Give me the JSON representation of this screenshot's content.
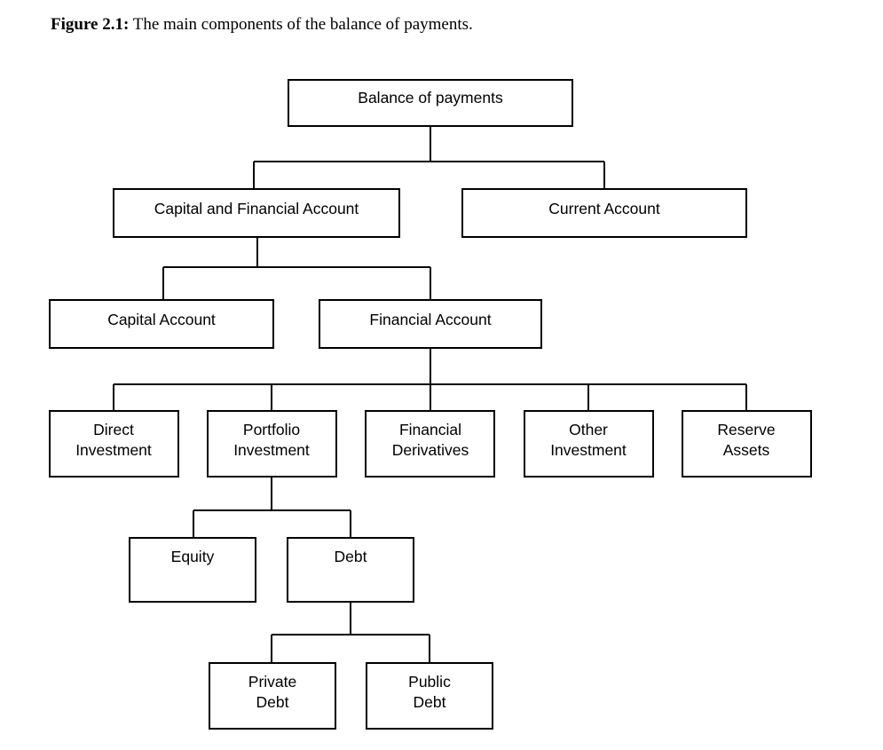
{
  "figure": {
    "caption_label": "Figure 2.1:",
    "caption_text": "The main components of the balance of payments.",
    "background_color": "#ffffff",
    "line_color": "#000000",
    "text_color": "#000000"
  },
  "chart_data": {
    "type": "diagram",
    "diagram_kind": "hierarchy-tree",
    "title": "The main components of the balance of payments.",
    "levels": [
      [
        "Balance of payments"
      ],
      [
        "Capital and Financial Account",
        "Current Account"
      ],
      [
        "Capital Account",
        "Financial Account"
      ],
      [
        "Direct Investment",
        "Portfolio Investment",
        "Financial Derivatives",
        "Other Investment",
        "Reserve Assets"
      ],
      [
        "Equity",
        "Debt"
      ],
      [
        "Private Debt",
        "Public Debt"
      ]
    ],
    "edges": [
      [
        "Balance of payments",
        "Capital and Financial Account"
      ],
      [
        "Balance of payments",
        "Current Account"
      ],
      [
        "Capital and Financial Account",
        "Capital Account"
      ],
      [
        "Capital and Financial Account",
        "Financial Account"
      ],
      [
        "Financial Account",
        "Direct Investment"
      ],
      [
        "Financial Account",
        "Portfolio Investment"
      ],
      [
        "Financial Account",
        "Financial Derivatives"
      ],
      [
        "Financial Account",
        "Other Investment"
      ],
      [
        "Financial Account",
        "Reserve Assets"
      ],
      [
        "Portfolio Investment",
        "Equity"
      ],
      [
        "Portfolio Investment",
        "Debt"
      ],
      [
        "Debt",
        "Private Debt"
      ],
      [
        "Debt",
        "Public Debt"
      ]
    ]
  },
  "nodes": {
    "balance_of_payments": {
      "label": "Balance of payments",
      "lines": [
        "Balance of payments"
      ]
    },
    "capital_and_financial_account": {
      "label": "Capital and Financial Account",
      "lines": [
        "Capital and Financial Account"
      ]
    },
    "current_account": {
      "label": "Current Account",
      "lines": [
        "Current Account"
      ]
    },
    "capital_account": {
      "label": "Capital Account",
      "lines": [
        "Capital Account"
      ]
    },
    "financial_account": {
      "label": "Financial Account",
      "lines": [
        "Financial Account"
      ]
    },
    "direct_investment": {
      "label": "Direct Investment",
      "line1": "Direct",
      "line2": "Investment"
    },
    "portfolio_investment": {
      "label": "Portfolio Investment",
      "line1": "Portfolio",
      "line2": "Investment"
    },
    "financial_derivatives": {
      "label": "Financial Derivatives",
      "line1": "Financial",
      "line2": "Derivatives"
    },
    "other_investment": {
      "label": "Other Investment",
      "line1": "Other",
      "line2": "Investment"
    },
    "reserve_assets": {
      "label": "Reserve Assets",
      "line1": "Reserve",
      "line2": "Assets"
    },
    "equity": {
      "label": "Equity",
      "lines": [
        "Equity"
      ]
    },
    "debt": {
      "label": "Debt",
      "lines": [
        "Debt"
      ]
    },
    "private_debt": {
      "label": "Private Debt",
      "line1": "Private",
      "line2": "Debt"
    },
    "public_debt": {
      "label": "Public Debt",
      "line1": "Public",
      "line2": "Debt"
    }
  }
}
